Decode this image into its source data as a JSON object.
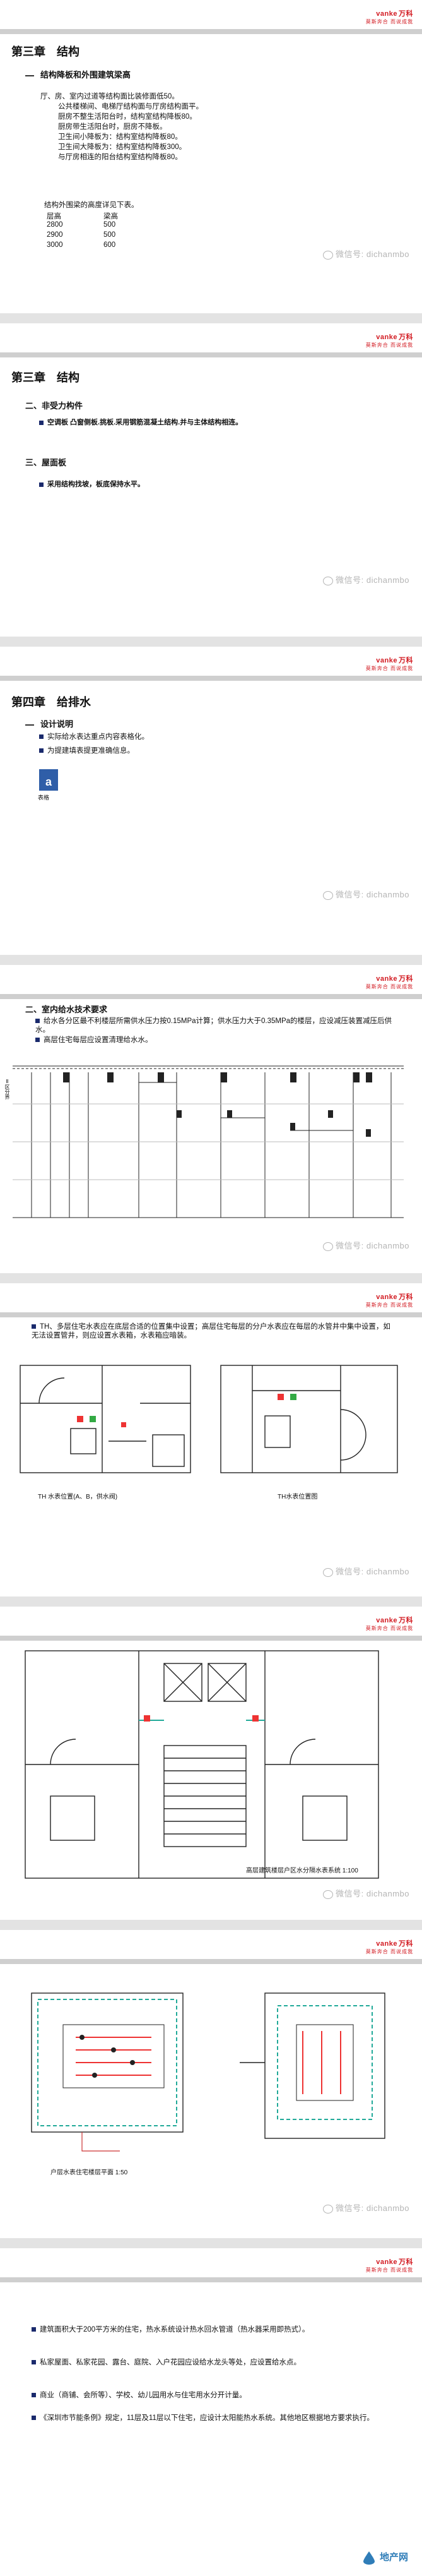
{
  "brand": {
    "logo": "vanke",
    "logo_cn": "万科",
    "tagline": "莫斯奔合 而说成我"
  },
  "watermark": "微信号: dichanmbo",
  "slide1": {
    "chapter": "第三章　结构",
    "section": "结构降板和外围建筑梁高",
    "lines": [
      "厅、房、室内过道等结构面比装修面低50。",
      "公共楼梯间、电梯厅结构面与厅房结构面平。",
      "厨房不整生活阳台时，结构室结构降板80。",
      "厨房带生活阳台时，厨房不降板。",
      "卫生间小降板为：结构室结构降板80。",
      "卫生间大降板为：结构室结构降板300。",
      "与厅房相连的阳台结构室结构降板80。"
    ],
    "table_intro": "结构外围梁的高度详见下表。",
    "table_header": [
      "层高",
      "梁高"
    ],
    "table_rows": [
      [
        "2800",
        "500"
      ],
      [
        "2900",
        "500"
      ],
      [
        "3000",
        "600"
      ]
    ]
  },
  "slide2": {
    "chapter": "第三章　结构",
    "section1": "二、非受力构件",
    "section1_text": "空调板 凸窗侧板.挑板.采用钢筋混凝土结构.并与主体结构相连。",
    "section2": "三、屋面板",
    "section2_text": "采用结构找坡，板底保持水平。"
  },
  "slide3": {
    "chapter": "第四章　给排水",
    "section": "设计说明",
    "bullets": [
      "实际给水表达重点内容表格化。",
      "为提建填表提更准确信息。"
    ],
    "file_label": "表格"
  },
  "slide4": {
    "section": "二、室内给水技术要求",
    "bullets": [
      "给水各分区最不利楼层所需供水压力按0.15MPa计算；供水压力大于0.35MPa的楼层，应设减压装置减压后供水。",
      "高层住宅每层应设置清理给水水。"
    ],
    "side_note": "Ⅱ区分界"
  },
  "slide5": {
    "bullets": [
      "TH、多层住宅水表应在底层合适的位置集中设置；高层住宅每层的分户水表应在每层的水管井中集中设置，如无法设置管井，则应设置水表箱，水表箱应暗装。"
    ],
    "caption_left": "TH 水表位置(A、B，供水阀)",
    "caption_right": "TH水表位置图"
  },
  "slide6": {
    "caption": "高层建筑楼层户区水分隔水表系统 1:100"
  },
  "slide7": {
    "caption": "户层水表住宅楼层平面 1:50"
  },
  "slide8": {
    "bullets": [
      "建筑面积大于200平方米的住宅，热水系统设计热水回水管道（热水器采用即热式）。",
      "私家屋面、私家花园、露台、庭院、入户花园应设给水龙头等处，应设置给水点。",
      "商业（商铺、会所等）、学校、幼儿园用水与住宅用水分开计量。",
      "《深圳市节能条例》规定，11层及11层以下住宅，应设计太阳能热水系统。其他地区根据地方要求执行。"
    ],
    "footer_logo": "地产网"
  }
}
